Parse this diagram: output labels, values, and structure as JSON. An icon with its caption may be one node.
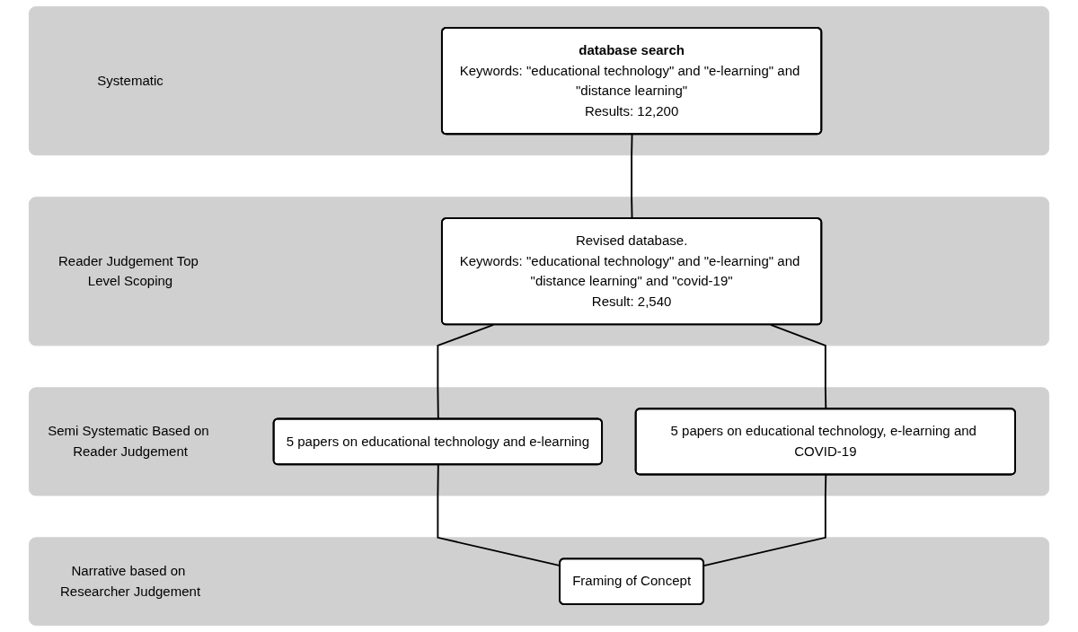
{
  "diagram": {
    "nodes": [
      {
        "text": [
          "Systematic"
        ]
      },
      {
        "text": [
          "database search",
          "Keywords: \"educational technology\" and \"e-learning\" and \"distance learning\"",
          "Results: 12,200"
        ],
        "in": 0
      },
      {
        "text": [
          "Reader Judgement Top Level Scoping"
        ]
      },
      {
        "text": [
          "Revised database.",
          "Keywords: \"educational technology\" and \"e-learning\" and \"distance learning\" and \"covid-19\"",
          "Result: 2,540"
        ],
        "in": 2
      },
      {
        "text": [
          "Semi Systematic Based on Reader Judgement"
        ]
      },
      {
        "text": [
          "5 papers on educational technology and e-learning"
        ],
        "in": 4
      },
      {
        "text": [
          "5 papers on educational technology, e-learning and COVID-19"
        ],
        "in": 4
      },
      {
        "text": [
          "Narrative based on Researcher Judgement"
        ]
      },
      {
        "text": [
          "Framing of Concept"
        ],
        "in": 7
      }
    ],
    "edges": [
      {
        "from": 1,
        "to": 3,
        "arrow": "none"
      },
      {
        "from": 3,
        "to": 5,
        "arrow": "none"
      },
      {
        "from": 3,
        "to": 6,
        "arrow": "none"
      },
      {
        "from": 5,
        "to": 8,
        "arrow": "none"
      },
      {
        "from": 6,
        "to": 8,
        "arrow": "none"
      }
    ]
  }
}
